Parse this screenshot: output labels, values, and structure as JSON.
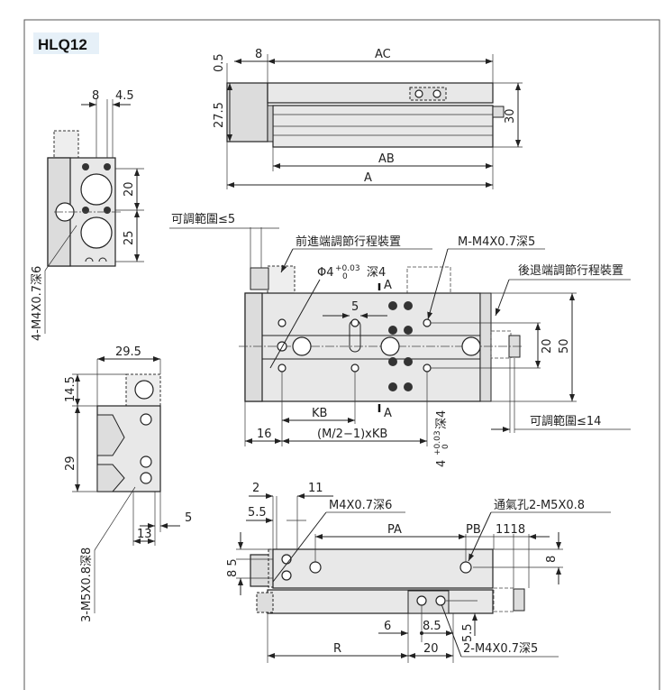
{
  "title": "HLQ12",
  "colors": {
    "title_bg": "#e6f0f8",
    "body": "#e8e8e8",
    "line": "#222222"
  },
  "top_view": {
    "dim_05": "0.5",
    "dim_8": "8",
    "dim_AC": "AC",
    "dim_275": "27.5",
    "dim_30": "30",
    "dim_AB": "AB",
    "dim_A": "A"
  },
  "side_view": {
    "dim_8": "8",
    "dim_45": "4.5",
    "dim_20": "20",
    "dim_25": "25",
    "note_tap": "4-M4X0.7深6"
  },
  "end_view": {
    "dim_295": "29.5",
    "dim_145": "14.5",
    "dim_29": "29",
    "dim_5": "5",
    "dim_13": "13",
    "note_tap": "3-M5X0.8深8"
  },
  "plan_view": {
    "adjust_front": "可調範圍≤5",
    "front_stroke_adjuster": "前進端調節行程裝置",
    "tap_m": "M-M4X0.7深5",
    "pin_hole_main": "Φ4",
    "pin_hole_tol_upper": "+0.03",
    "pin_hole_tol_lower": "0",
    "pin_hole_depth": "深4",
    "rear_stroke_adjuster": "後退端調節行程裝置",
    "dim_5": "5",
    "section_a_top": "A",
    "section_a_bottom": "A",
    "dim_20": "20",
    "dim_50": "50",
    "dim_KB": "KB",
    "dim_16": "16",
    "dim_M2KB": "(M/2−1)xKB",
    "adjust_rear": "可調範圍≤14",
    "slot_main": "4",
    "slot_tol_upper": "+0.03",
    "slot_tol_lower": "0",
    "slot_depth": "深4"
  },
  "front_view": {
    "dim_2": "2",
    "dim_11": "11",
    "dim_55": "5.5",
    "tap_side": "M4X0.7深6",
    "vent": "通氣孔2-M5X0.8",
    "dim_PA": "PA",
    "dim_PB": "PB",
    "dim_1118": "1118",
    "dim_85": "8 5",
    "dim_8": "8",
    "dim_6": "6",
    "dim_85b": "8.5",
    "dim_55b": "5.5",
    "dim_R": "R",
    "dim_20": "20",
    "tap_bottom": "2-M4X0.7深5"
  }
}
